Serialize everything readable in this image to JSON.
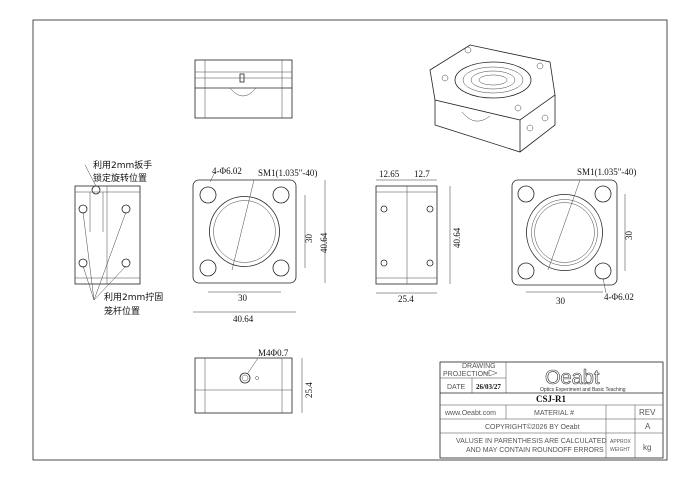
{
  "annotations": {
    "wrench_note_line1": "利用2mm扳手",
    "wrench_note_line2": "锁定旋转位置",
    "rod_note_line1": "利用2mm拧固",
    "rod_note_line2": "笼杆位置",
    "holes_front": "4-Φ6.02",
    "thread_front": "SM1(1.035\"-40)",
    "dim_30_vertical_front": "30",
    "dim_40_64_vertical_front": "40.64",
    "dim_30_horizontal_front": "30",
    "dim_40_64_horizontal_front": "40.64",
    "dim_12_65": "12.65",
    "dim_12_7": "12.7",
    "dim_40_64_side": "40.64",
    "dim_25_4_side": "25.4",
    "thread_back": "SM1(1.035\"-40)",
    "dim_30_vertical_back": "30",
    "dim_30_horizontal_back": "30",
    "holes_back": "4-Φ6.02",
    "tap_bottom": "M4Φ0.7",
    "dim_25_4_bottom": "25.4"
  },
  "title_block": {
    "drawing_label": "DRAWING",
    "projection_label": "PROJECTION",
    "date_label": "DATE",
    "date_value": "26/03/27",
    "logo_text": "Oeabt",
    "logo_subtitle": "Optics Experiment and Basic Teaching",
    "part_number": "CSJ-R1",
    "website": "www.Oeabt.com",
    "material_label": "MATERIAL #",
    "rev_label": "REV",
    "rev_value": "A",
    "copyright": "COPYRIGHT©2026 BY Oeabt",
    "note_line1": "VALUSE IN PARENTHESIS ARE CALCULATED",
    "note_line2": "AND MAY CONTAIN ROUNDOFF ERRORS",
    "approx_label": "APPROX",
    "weight_label": "WEIGHT",
    "weight_unit": "kg"
  }
}
